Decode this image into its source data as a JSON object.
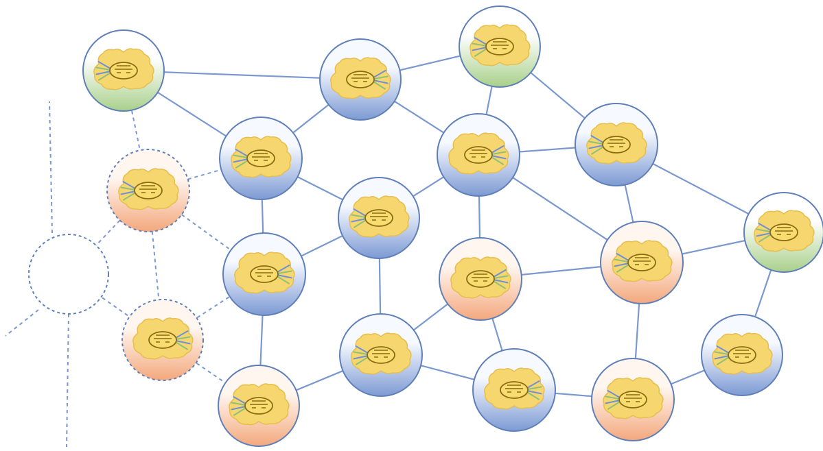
{
  "diagram": {
    "node_types": {
      "green": {
        "fill_top": "#ffffff",
        "fill_bottom": "#a9d08b",
        "ring": "#5f7fb8",
        "dashed": false
      },
      "blue": {
        "fill_top": "#f6f9ff",
        "fill_bottom": "#7d9ad3",
        "ring": "#5f7fb8",
        "dashed": false
      },
      "orange": {
        "fill_top": "#fff6ef",
        "fill_bottom": "#f3a87d",
        "ring": "#5f7fb8",
        "dashed": false
      },
      "orange-dashed": {
        "fill_top": "#fff6ef",
        "fill_bottom": "#f3a87d",
        "ring": "#5f7fb8",
        "dashed": true
      },
      "empty-dashed": {
        "fill_top": "#ffffff",
        "fill_bottom": "#ffffff",
        "ring": "#5f7fb8",
        "dashed": true
      }
    },
    "colors": {
      "link": "#7a98cf",
      "cloud": "#f6d66e",
      "antenna_blue": "#6f8fd6",
      "antenna_green": "#8ec07a"
    },
    "nodes": [
      {
        "id": "n1",
        "type": "green"
      },
      {
        "id": "n2",
        "type": "blue"
      },
      {
        "id": "n3",
        "type": "green"
      },
      {
        "id": "n4",
        "type": "blue"
      },
      {
        "id": "n5",
        "type": "blue"
      },
      {
        "id": "n6",
        "type": "blue"
      },
      {
        "id": "n7",
        "type": "orange-dashed"
      },
      {
        "id": "n8",
        "type": "blue"
      },
      {
        "id": "n9",
        "type": "green"
      },
      {
        "id": "n10",
        "type": "blue"
      },
      {
        "id": "n11",
        "type": "orange"
      },
      {
        "id": "n12",
        "type": "orange"
      },
      {
        "id": "n13",
        "type": "empty-dashed"
      },
      {
        "id": "n14",
        "type": "orange-dashed"
      },
      {
        "id": "n15",
        "type": "orange"
      },
      {
        "id": "n16",
        "type": "blue"
      },
      {
        "id": "n17",
        "type": "blue"
      },
      {
        "id": "n18",
        "type": "orange"
      },
      {
        "id": "n19",
        "type": "blue"
      }
    ],
    "links": [
      {
        "from": "n1",
        "to": "n2",
        "style": "solid"
      },
      {
        "from": "n1",
        "to": "n4",
        "style": "solid"
      },
      {
        "from": "n2",
        "to": "n3",
        "style": "solid"
      },
      {
        "from": "n2",
        "to": "n4",
        "style": "solid"
      },
      {
        "from": "n2",
        "to": "n5",
        "style": "solid"
      },
      {
        "from": "n3",
        "to": "n5",
        "style": "solid"
      },
      {
        "from": "n3",
        "to": "n6",
        "style": "solid"
      },
      {
        "from": "n5",
        "to": "n6",
        "style": "solid"
      },
      {
        "from": "n5",
        "to": "n10",
        "style": "solid"
      },
      {
        "from": "n5",
        "to": "n11",
        "style": "solid"
      },
      {
        "from": "n5",
        "to": "n12",
        "style": "solid"
      },
      {
        "from": "n6",
        "to": "n9",
        "style": "solid"
      },
      {
        "from": "n6",
        "to": "n12",
        "style": "solid"
      },
      {
        "from": "n4",
        "to": "n10",
        "style": "solid"
      },
      {
        "from": "n4",
        "to": "n8",
        "style": "solid"
      },
      {
        "from": "n8",
        "to": "n10",
        "style": "solid"
      },
      {
        "from": "n8",
        "to": "n15",
        "style": "solid"
      },
      {
        "from": "n10",
        "to": "n16",
        "style": "solid"
      },
      {
        "from": "n11",
        "to": "n12",
        "style": "solid"
      },
      {
        "from": "n11",
        "to": "n16",
        "style": "solid"
      },
      {
        "from": "n11",
        "to": "n17",
        "style": "solid"
      },
      {
        "from": "n12",
        "to": "n9",
        "style": "solid"
      },
      {
        "from": "n12",
        "to": "n18",
        "style": "solid"
      },
      {
        "from": "n9",
        "to": "n19",
        "style": "solid"
      },
      {
        "from": "n15",
        "to": "n16",
        "style": "solid"
      },
      {
        "from": "n16",
        "to": "n17",
        "style": "solid"
      },
      {
        "from": "n17",
        "to": "n18",
        "style": "solid"
      },
      {
        "from": "n18",
        "to": "n19",
        "style": "solid"
      },
      {
        "from": "n1",
        "to": "n7",
        "style": "dashed"
      },
      {
        "from": "n7",
        "to": "n4",
        "style": "dashed"
      },
      {
        "from": "n7",
        "to": "n8",
        "style": "dashed"
      },
      {
        "from": "n7",
        "to": "n13",
        "style": "dashed"
      },
      {
        "from": "n7",
        "to": "n14",
        "style": "dashed"
      },
      {
        "from": "n13",
        "to": "n14",
        "style": "dashed"
      },
      {
        "from": "n14",
        "to": "n8",
        "style": "dashed"
      },
      {
        "from": "n14",
        "to": "n15",
        "style": "dashed"
      }
    ]
  }
}
